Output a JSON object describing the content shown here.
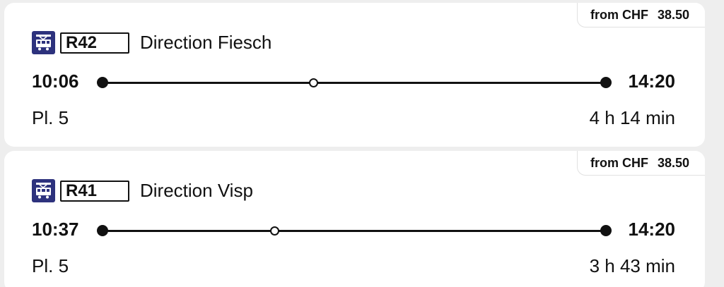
{
  "connections": [
    {
      "price_prefix": "from CHF",
      "price": "38.50",
      "train_icon": "train-icon",
      "line": "R42",
      "direction": "Direction Fiesch",
      "departure": "10:06",
      "arrival": "14:20",
      "platform": "Pl. 5",
      "duration": "4 h 14 min"
    },
    {
      "price_prefix": "from CHF",
      "price": "38.50",
      "train_icon": "train-icon",
      "line": "R41",
      "direction": "Direction Visp",
      "departure": "10:37",
      "arrival": "14:20",
      "platform": "Pl. 5",
      "duration": "3 h 43 min"
    }
  ],
  "colors": {
    "accent": "#2d327d",
    "text": "#111111",
    "background": "#eeeeee",
    "card": "#ffffff"
  }
}
